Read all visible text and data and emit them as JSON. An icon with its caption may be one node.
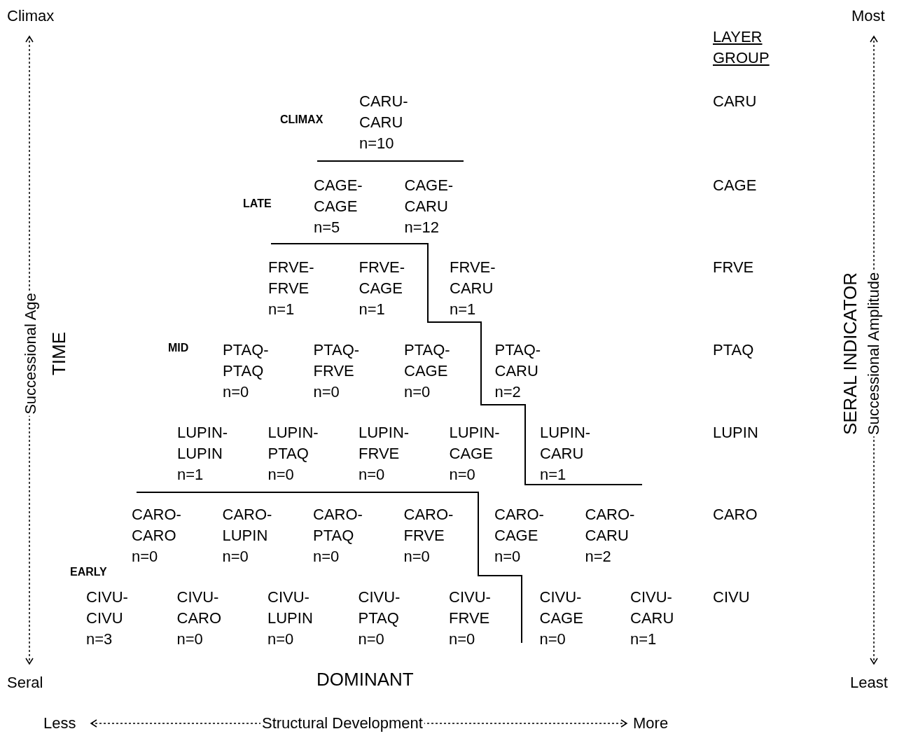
{
  "diagram": {
    "labels": [
      "Climax",
      "Most",
      "LAYER GROUP",
      "CLIMAX",
      "CARU-CARU",
      "n=10",
      "CARU",
      "LATE",
      "CAGE-CAGE",
      "n=5",
      "CAGE-CARU",
      "n=12",
      "CAGE",
      "FRVE-FRVE",
      "n=1",
      "FRVE-CAGE",
      "n=1",
      "FRVE-CARU",
      "n=1",
      "FRVE",
      "MID",
      "PTAQ-PTAQ",
      "n=0",
      "PTAQ-FRVE",
      "n=0",
      "PTAQ-CAGE",
      "n=0",
      "PTAQ-CARU",
      "n=2",
      "PTAQ",
      "LUPIN-LUPIN",
      "n=1",
      "LUPIN-PTAQ",
      "n=0",
      "LUPIN-FRVE",
      "n=0",
      "LUPIN-CAGE",
      "n=0",
      "LUPIN-CARU",
      "n=1",
      "LUPIN",
      "CARO-CARO",
      "n=0",
      "CARO-LUPIN",
      "n=0",
      "CARO-PTAQ",
      "n=0",
      "CARO-FRVE",
      "n=0",
      "CARO-CAGE",
      "n=0",
      "CARO-CARU",
      "n=2",
      "CARO",
      "EARLY",
      "CIVU-CIVU",
      "n=3",
      "CIVU-CARO",
      "n=0",
      "CIVU-LUPIN",
      "n=0",
      "CIVU-PTAQ",
      "n=0",
      "CIVU-FRVE",
      "n=0",
      "CIVU-CAGE",
      "n=0",
      "CIVU-CARU",
      "n=1",
      "CIVU",
      "Successional Age",
      "TIME",
      "SERAL INDICATOR",
      "Successional Amplitude",
      "Seral",
      "DOMINANT",
      "Least",
      "Less",
      "Structural Development",
      "More"
    ]
  }
}
